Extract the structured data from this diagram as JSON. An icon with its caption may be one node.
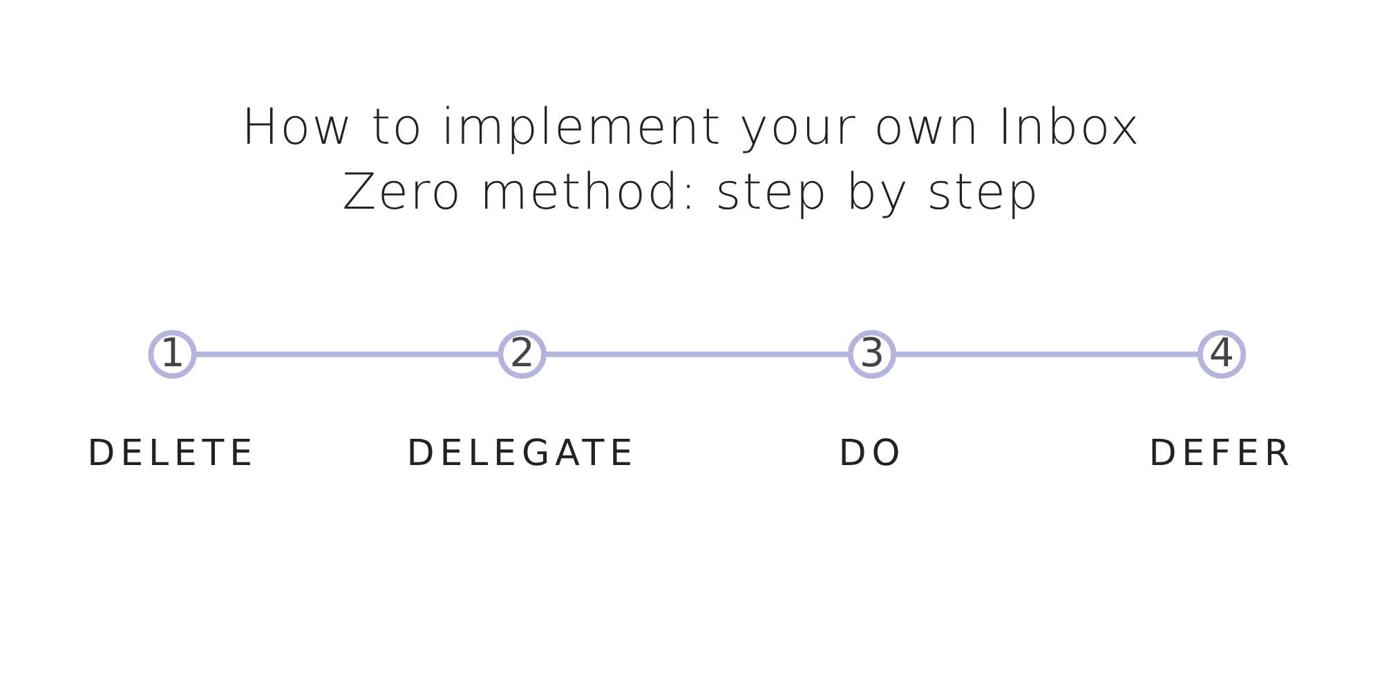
{
  "diagram": {
    "title": "How to implement your own Inbox Zero method: step by step",
    "nodes": [
      {
        "text": [
          "1"
        ],
        "beside": [
          "DELETE"
        ]
      },
      {
        "text": [
          "2"
        ],
        "beside": [
          "DELEGATE"
        ]
      },
      {
        "text": [
          "3"
        ],
        "beside": [
          "DO"
        ]
      },
      {
        "text": [
          "4"
        ],
        "beside": [
          "DEFER"
        ]
      }
    ],
    "edges": [
      {
        "from": 0,
        "to": 1,
        "arrow": "none"
      },
      {
        "from": 1,
        "to": 2,
        "arrow": "none"
      },
      {
        "from": 2,
        "to": 3,
        "arrow": "none"
      }
    ]
  }
}
